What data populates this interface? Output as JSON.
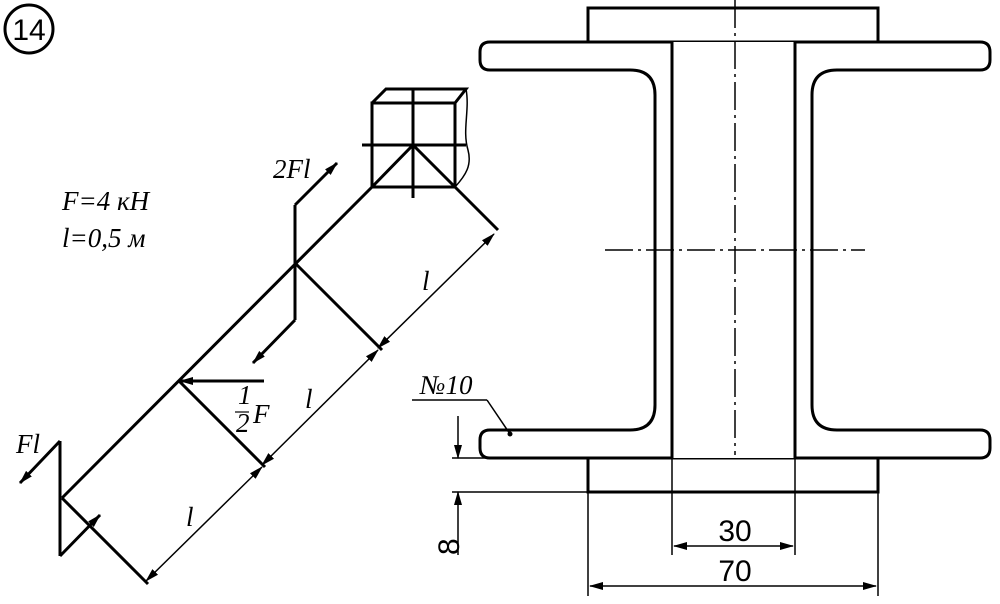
{
  "problem_number": "14",
  "given": {
    "force": "F=4 кН",
    "length": "l=0,5 м"
  },
  "loads": {
    "moment_top": "2Fl",
    "force_mid": "F",
    "force_mid_coef": "1",
    "force_mid_coef_den": "2",
    "moment_bottom": "Fl"
  },
  "dimensions": {
    "seg1": "l",
    "seg2": "l",
    "seg3": "l"
  },
  "section": {
    "profile": "№10",
    "plate_thickness": "8",
    "inner_width": "30",
    "plate_width": "70"
  }
}
